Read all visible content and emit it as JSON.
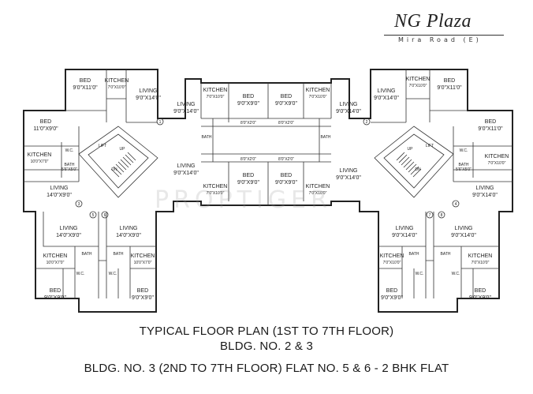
{
  "brand": {
    "title": "NG Plaza",
    "subtitle": "Mira Road (E)"
  },
  "watermark": "PROPTIGER",
  "captions": {
    "line1": "TYPICAL FLOOR PLAN (1ST TO 7TH FLOOR)",
    "line2": "BLDG. NO. 2 & 3",
    "line3": "BLDG. NO. 3 (2ND TO 7TH FLOOR) FLAT NO. 5 & 6 - 2 BHK FLAT"
  },
  "rooms": [
    {
      "id": "r1",
      "name": "BED",
      "dim": "9'0\"X11'0\""
    },
    {
      "id": "r2",
      "name": "KITCHEN",
      "dim": "7'0\"X10'0\""
    },
    {
      "id": "r3",
      "name": "LIVING",
      "dim": "9'0\"X14'0\""
    },
    {
      "id": "r4",
      "name": "LIVING",
      "dim": "9'0\"X14'0\""
    },
    {
      "id": "r5",
      "name": "KITCHEN",
      "dim": "7'0\"X10'0\""
    },
    {
      "id": "r6",
      "name": "BED",
      "dim": "9'0\"X9'0\""
    },
    {
      "id": "r7",
      "name": "BED",
      "dim": "9'0\"X9'0\""
    },
    {
      "id": "r8",
      "name": "KITCHEN",
      "dim": "7'0\"X10'0\""
    },
    {
      "id": "r9",
      "name": "LIVING",
      "dim": "9'0\"X14'0\""
    },
    {
      "id": "r10",
      "name": "LIVING",
      "dim": "9'0\"X14'0\""
    },
    {
      "id": "r11",
      "name": "KITCHEN",
      "dim": "7'0\"X10'0\""
    },
    {
      "id": "r12",
      "name": "BED",
      "dim": "9'0\"X11'0\""
    },
    {
      "id": "r13",
      "name": "BED",
      "dim": "11'0\"X9'0\""
    },
    {
      "id": "r14",
      "name": "KITCHEN",
      "dim": "10'0\"X7'0\""
    },
    {
      "id": "r15",
      "name": "LIVING",
      "dim": "14'0\"X9'0\""
    },
    {
      "id": "r16",
      "name": "LIVING",
      "dim": "9'0\"X14'0\""
    },
    {
      "id": "r17",
      "name": "KITCHEN",
      "dim": "7'0\"X10'0\""
    },
    {
      "id": "r18",
      "name": "BED",
      "dim": "9'0\"X9'0\""
    },
    {
      "id": "r19",
      "name": "BED",
      "dim": "9'0\"X9'0\""
    },
    {
      "id": "r20",
      "name": "KITCHEN",
      "dim": "7'0\"X10'0\""
    },
    {
      "id": "r21",
      "name": "LIVING",
      "dim": "9'0\"X14'0\""
    },
    {
      "id": "r22",
      "name": "BED",
      "dim": "9'0\"X11'0\""
    },
    {
      "id": "r23",
      "name": "KITCHEN",
      "dim": "7'0\"X10'0\""
    },
    {
      "id": "r24",
      "name": "LIVING",
      "dim": "9'0\"X14'0\""
    },
    {
      "id": "r25",
      "name": "LIVING",
      "dim": "14'0\"X9'0\""
    },
    {
      "id": "r26",
      "name": "LIVING",
      "dim": "14'0\"X9'0\""
    },
    {
      "id": "r27",
      "name": "KITCHEN",
      "dim": "10'0\"X7'0\""
    },
    {
      "id": "r28",
      "name": "KITCHEN",
      "dim": "10'0\"X7'0\""
    },
    {
      "id": "r29",
      "name": "BED",
      "dim": "9'0\"X9'0\""
    },
    {
      "id": "r30",
      "name": "BED",
      "dim": "9'0\"X9'0\""
    },
    {
      "id": "r31",
      "name": "LIVING",
      "dim": "9'0\"X14'0\""
    },
    {
      "id": "r32",
      "name": "LIVING",
      "dim": "9'0\"X14'0\""
    },
    {
      "id": "r33",
      "name": "KITCHEN",
      "dim": "7'0\"X10'0\""
    },
    {
      "id": "r34",
      "name": "KITCHEN",
      "dim": "7'0\"X10'0\""
    },
    {
      "id": "r35",
      "name": "BED",
      "dim": "9'0\"X9'0\""
    },
    {
      "id": "r36",
      "name": "BED",
      "dim": "9'0\"X9'0\""
    }
  ],
  "small_labels": {
    "bath": "BATH",
    "wc": "W.C.",
    "lift": "LIFT",
    "up": "UP",
    "dn": "DN",
    "bath_dim": "5'6\"X5'0\"",
    "passage_dim": "8'0\"X2'0\""
  },
  "flat_numbers": [
    "1",
    "2",
    "3",
    "4",
    "5",
    "6",
    "7",
    "8"
  ]
}
